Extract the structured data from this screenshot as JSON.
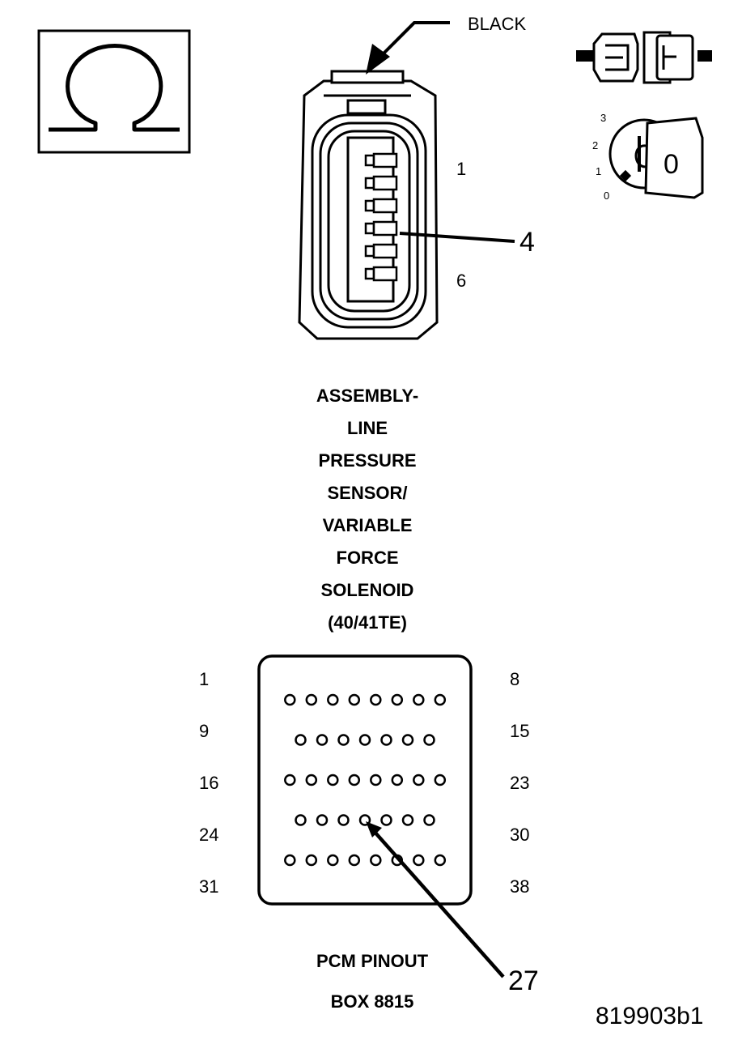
{
  "ohmmeter_icon": "ohm-symbol-icon",
  "ignition_icon": "ignition-key-icon",
  "connector_icon": "electrical-connector-icon",
  "ignition_positions": [
    "3",
    "2",
    "1",
    "0"
  ],
  "ignition_key_label": "0",
  "sensor_connector": {
    "color_label": "BLACK",
    "first_pin_label": "1",
    "last_pin_label": "6",
    "callout_pin": "4",
    "pin_count": 6,
    "title_lines": [
      "ASSEMBLY-",
      "LINE",
      "PRESSURE",
      "SENSOR/",
      "VARIABLE",
      "FORCE",
      "SOLENOID",
      "(40/41TE)"
    ]
  },
  "pcm_pinout": {
    "callout_pin": "27",
    "rows": [
      {
        "left_label": "1",
        "right_label": "8",
        "pins": 8
      },
      {
        "left_label": "9",
        "right_label": "15",
        "pins": 7
      },
      {
        "left_label": "16",
        "right_label": "23",
        "pins": 8
      },
      {
        "left_label": "24",
        "right_label": "30",
        "pins": 7
      },
      {
        "left_label": "31",
        "right_label": "38",
        "pins": 8
      }
    ],
    "title_lines": [
      "PCM PINOUT",
      "BOX 8815"
    ]
  },
  "figure_id": "819903b1"
}
